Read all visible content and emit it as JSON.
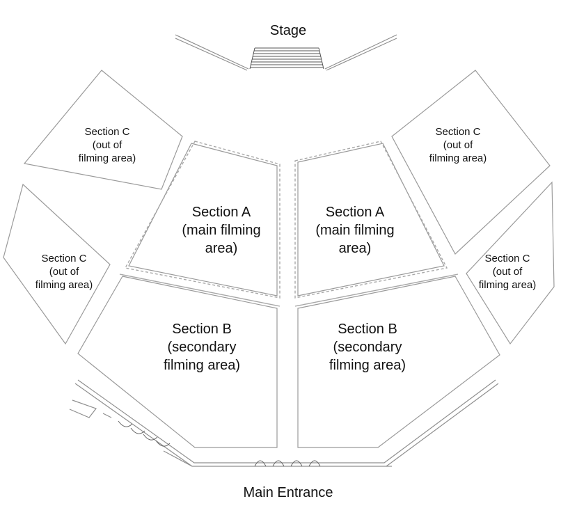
{
  "stage_label": "Stage",
  "entrance_label": "Main Entrance",
  "sections": {
    "c_top_left": [
      "Section C",
      "(out of",
      "filming area)"
    ],
    "c_top_right": [
      "Section C",
      "(out of",
      "filming area)"
    ],
    "c_mid_left": [
      "Section C",
      "(out of",
      "filming area)"
    ],
    "c_mid_right": [
      "Section C",
      "(out of",
      "filming area)"
    ],
    "a_left": [
      "Section A",
      "(main filming",
      "area)"
    ],
    "a_right": [
      "Section A",
      "(main filming",
      "area)"
    ],
    "b_left": [
      "Section B",
      "(secondary",
      "filming area)"
    ],
    "b_right": [
      "Section B",
      "(secondary",
      "filming area)"
    ]
  }
}
